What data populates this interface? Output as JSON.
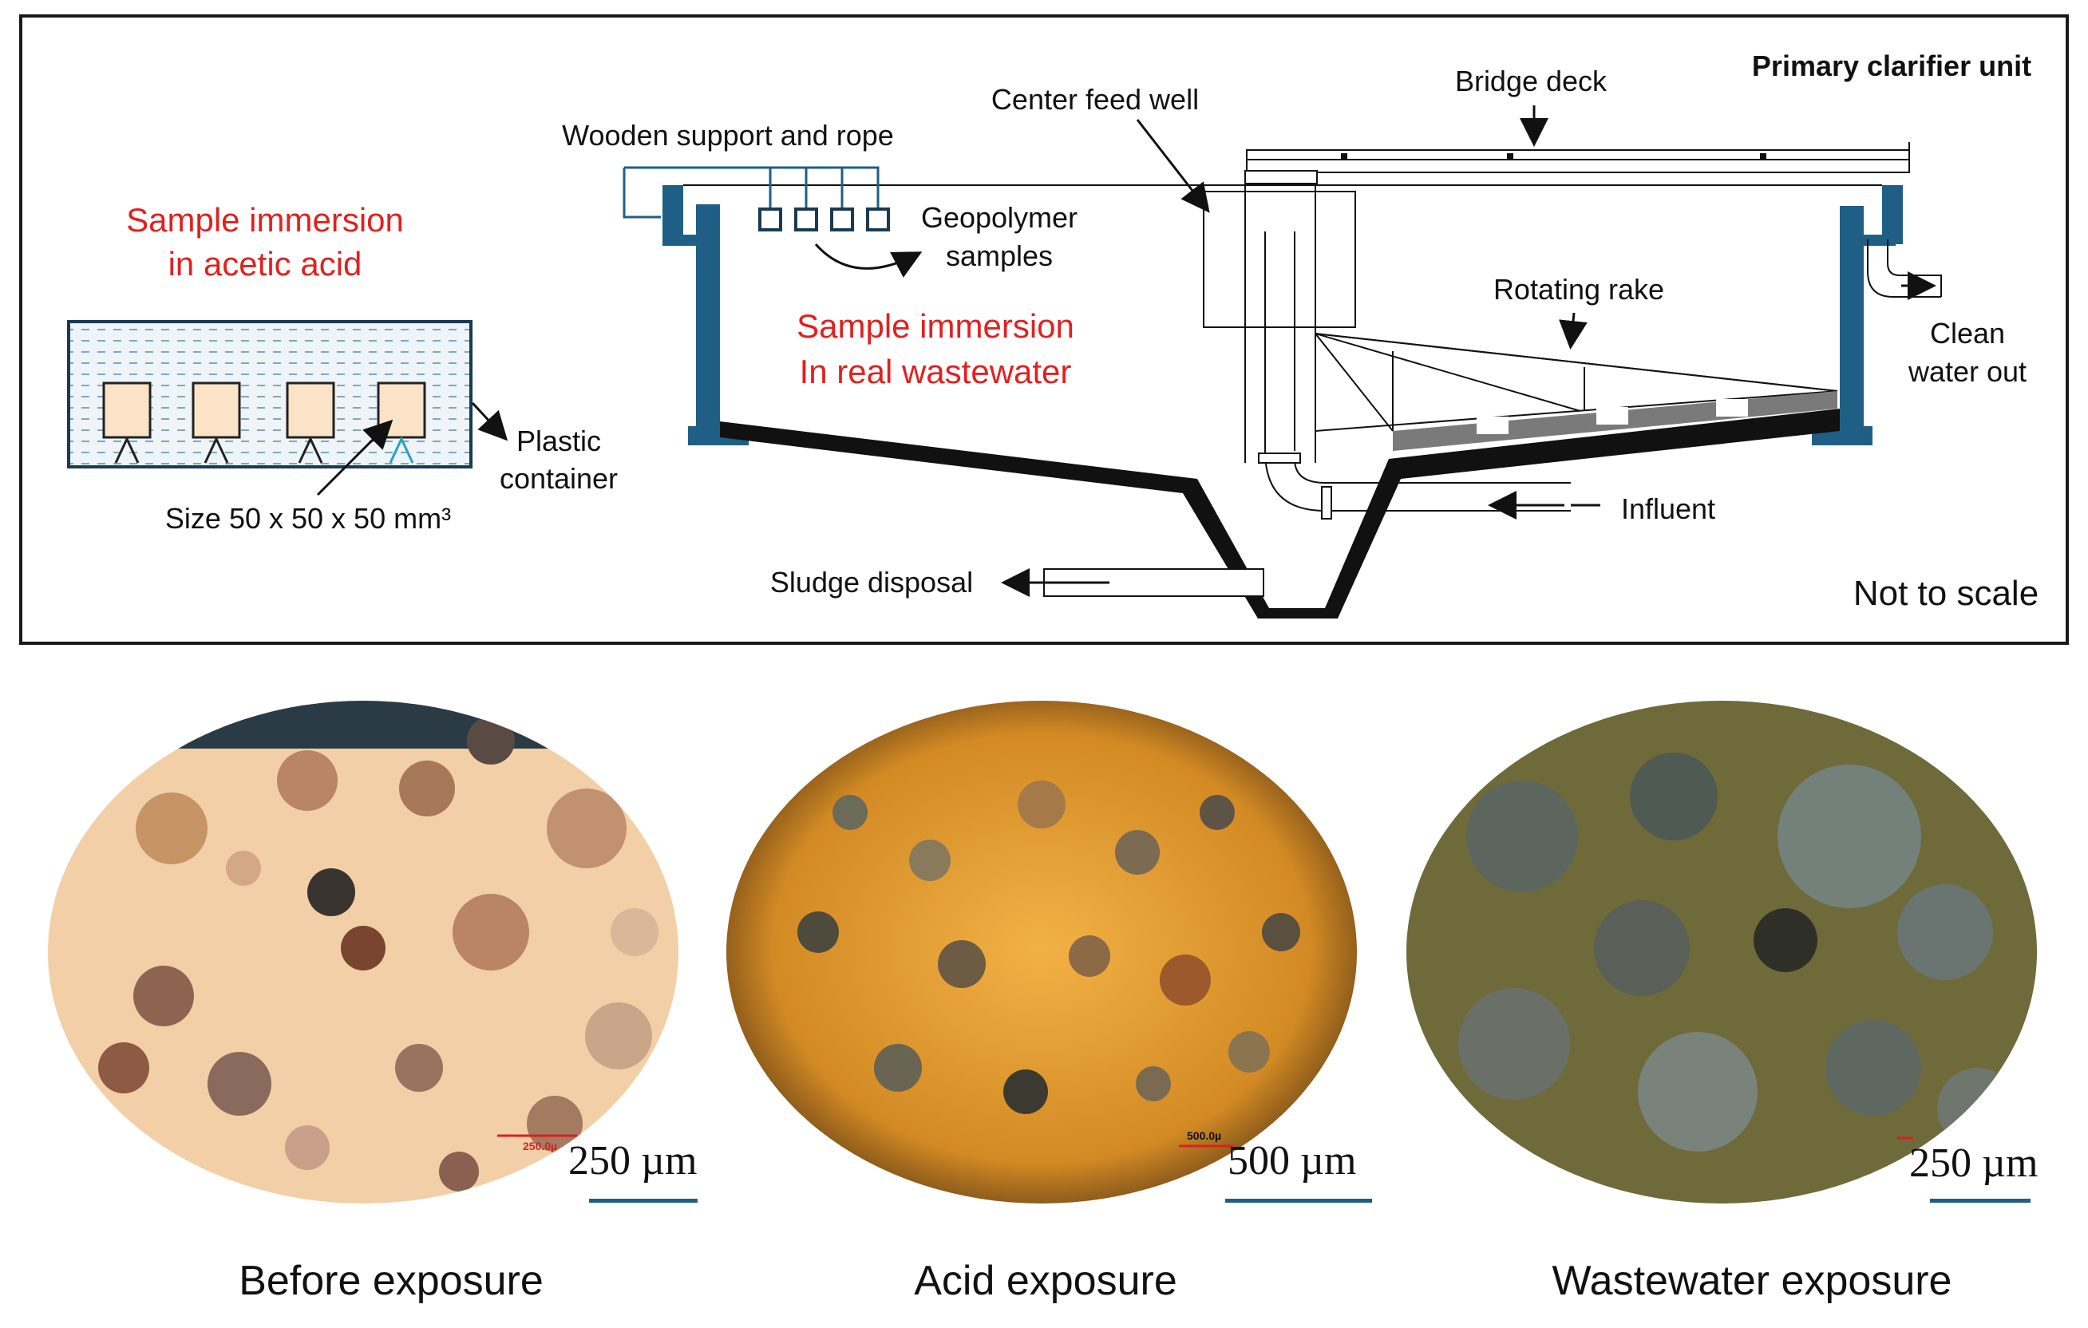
{
  "diagram": {
    "left_panel": {
      "title_line1": "Sample immersion",
      "title_line2": "in acetic acid",
      "container_label_line1": "Plastic",
      "container_label_line2": "container",
      "size_label": "Size 50 x 50 x 50 mm³"
    },
    "clarifier": {
      "unit_title": "Primary clarifier unit",
      "wooden_support": "Wooden support and rope",
      "center_feed_well": "Center feed well",
      "bridge_deck": "Bridge deck",
      "geopolymer_line1": "Geopolymer",
      "geopolymer_line2": "samples",
      "immersion_line1": "Sample immersion",
      "immersion_line2": "In real wastewater",
      "rotating_rake": "Rotating rake",
      "clean_water_line1": "Clean",
      "clean_water_line2": "water out",
      "influent": "Influent",
      "sludge_disposal": "Sludge disposal",
      "scale_note": "Not to scale"
    }
  },
  "micrographs": [
    {
      "caption": "Before exposure",
      "scale": "250 µm",
      "ruler_text": "250.0µ"
    },
    {
      "caption": "Acid exposure",
      "scale": "500 µm",
      "ruler_text": "500.0µ"
    },
    {
      "caption": "Wastewater exposure",
      "scale": "250 µm",
      "ruler_text": ""
    }
  ],
  "colors": {
    "tank_wall": "#1f5f86",
    "label_red": "#e0211f",
    "scale_bar": "#1f5f86"
  }
}
